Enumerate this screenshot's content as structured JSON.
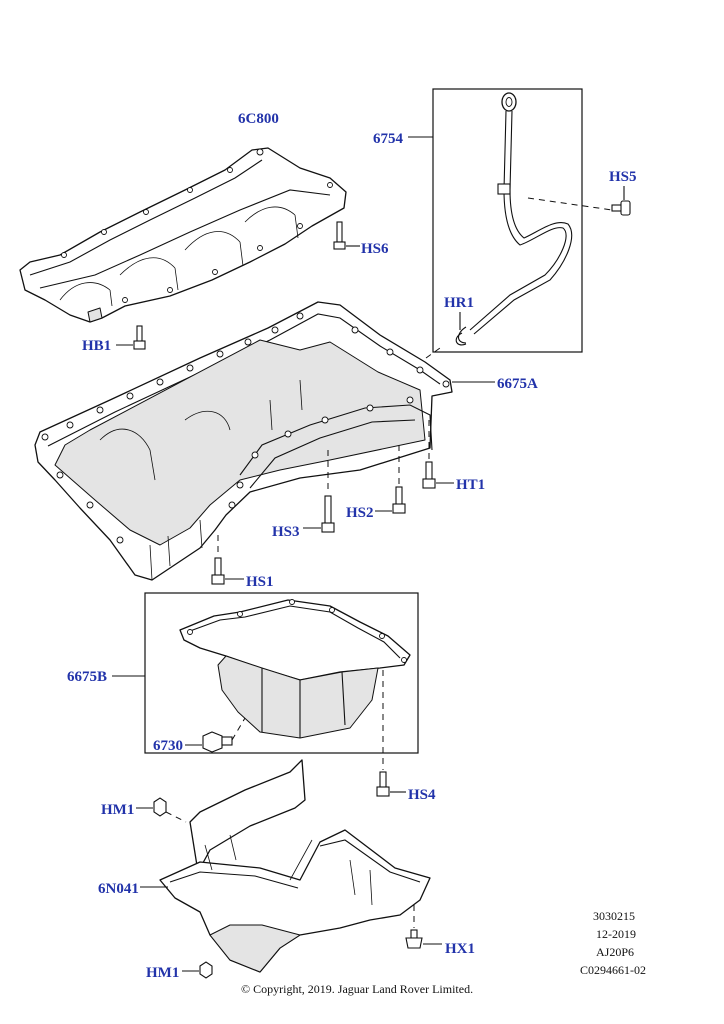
{
  "callouts": {
    "p6C800": "6C800",
    "p6754": "6754",
    "HS5": "HS5",
    "HS6": "HS6",
    "HR1": "HR1",
    "HB1": "HB1",
    "p6675A": "6675A",
    "HT1": "HT1",
    "HS2": "HS2",
    "HS3": "HS3",
    "HS1": "HS1",
    "p6675B": "6675B",
    "p6730": "6730",
    "HS4": "HS4",
    "HM1_top": "HM1",
    "p6N041": "6N041",
    "HX1": "HX1",
    "HM1_bottom": "HM1"
  },
  "meta": {
    "code": "3030215",
    "date": "12-2019",
    "engine": "AJ20P6",
    "ref": "C0294661-02"
  },
  "copyright": "© Copyright, 2019. Jaguar Land Rover Limited.",
  "colors": {
    "callout_text": "#2233aa",
    "line_art": "#111111",
    "background": "#ffffff"
  }
}
